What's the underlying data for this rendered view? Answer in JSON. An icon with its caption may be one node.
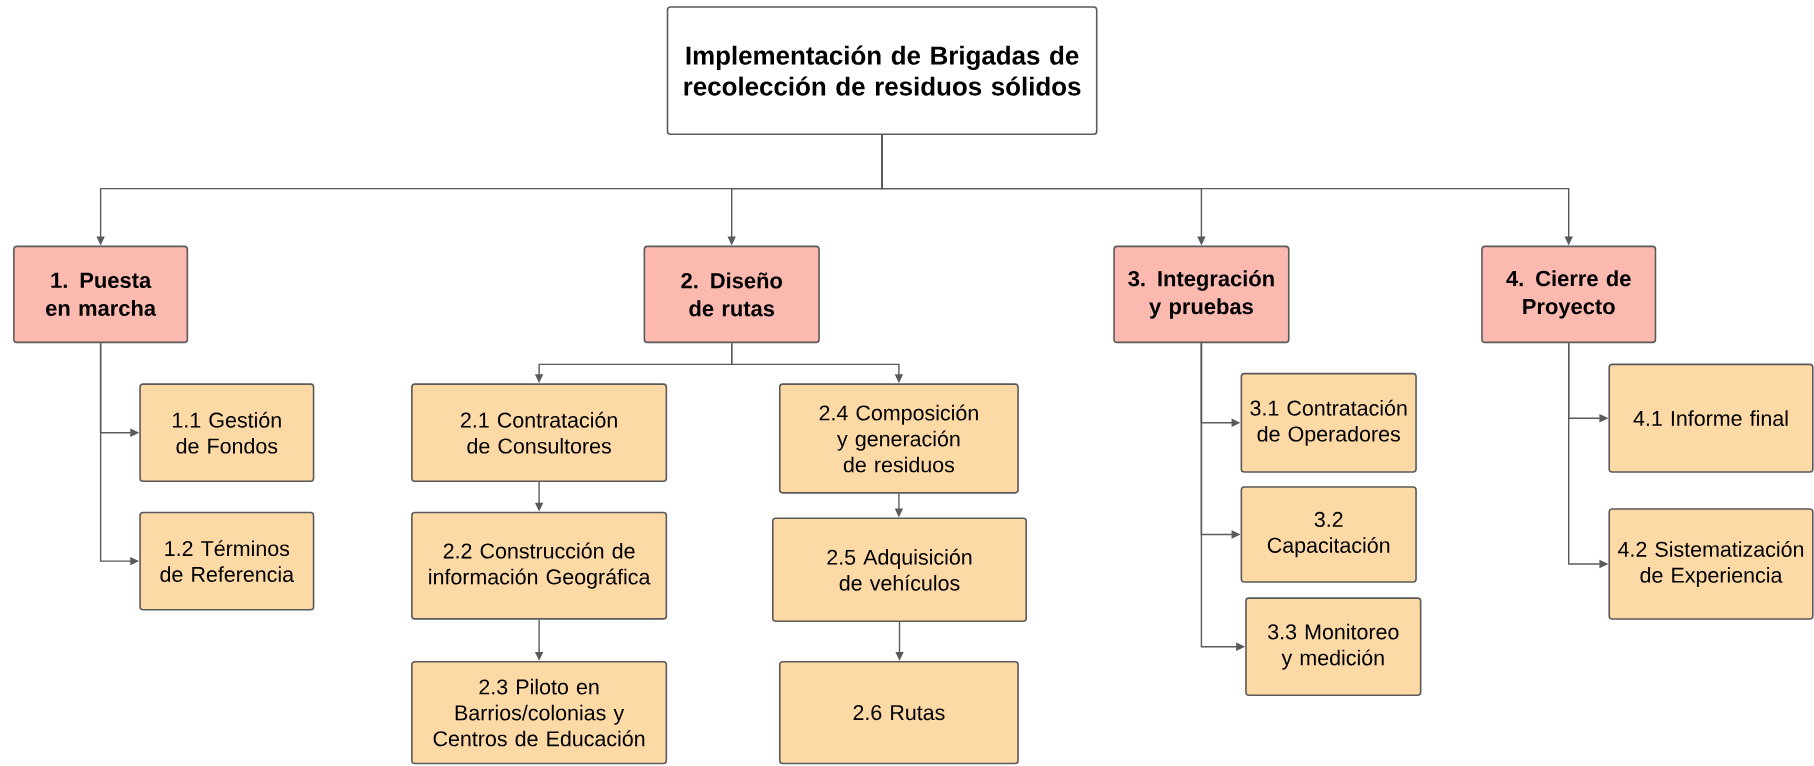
{
  "diagram": {
    "nodes": [
      {
        "text": [
          "Implementación de Brigadas de recolección de residuos sólidos"
        ]
      },
      {
        "text": [
          "1. Puesta en marcha"
        ]
      },
      {
        "text": [
          "2. Diseño de rutas"
        ]
      },
      {
        "text": [
          "3. Integración y pruebas"
        ]
      },
      {
        "text": [
          "4. Cierre de Proyecto"
        ]
      },
      {
        "text": [
          "1.1 Gestión de Fondos"
        ]
      },
      {
        "text": [
          "1.2 Términos de Referencia"
        ]
      },
      {
        "text": [
          "2.1 Contratación de Consultores"
        ]
      },
      {
        "text": [
          "2.2 Construcción de información Geográfica"
        ]
      },
      {
        "text": [
          "2.3 Piloto en Barrios/colonias y Centros de Educación"
        ]
      },
      {
        "text": [
          "2.4 Composición y generación de residuos"
        ]
      },
      {
        "text": [
          "2.5 Adquisición de vehículos"
        ]
      },
      {
        "text": [
          "2.6 Rutas"
        ]
      },
      {
        "text": [
          "3.1 Contratación de Operadores"
        ]
      },
      {
        "text": [
          "3.2 Capacitación"
        ]
      },
      {
        "text": [
          "3.3 Monitoreo y medición"
        ]
      },
      {
        "text": [
          "4.1 Informe final"
        ]
      },
      {
        "text": [
          "4.2 Sistematización de Experiencia"
        ]
      }
    ],
    "edges": [
      {
        "from": 0,
        "to": 1,
        "arrow": "to"
      },
      {
        "from": 0,
        "to": 2,
        "arrow": "to"
      },
      {
        "from": 0,
        "to": 3,
        "arrow": "to"
      },
      {
        "from": 0,
        "to": 4,
        "arrow": "to"
      },
      {
        "from": 1,
        "to": 5,
        "arrow": "to"
      },
      {
        "from": 1,
        "to": 6,
        "arrow": "to"
      },
      {
        "from": 2,
        "to": 7,
        "arrow": "to"
      },
      {
        "from": 2,
        "to": 10,
        "arrow": "to"
      },
      {
        "from": 7,
        "to": 8,
        "arrow": "to"
      },
      {
        "from": 8,
        "to": 9,
        "arrow": "to"
      },
      {
        "from": 10,
        "to": 11,
        "arrow": "to"
      },
      {
        "from": 11,
        "to": 12,
        "arrow": "to"
      },
      {
        "from": 3,
        "to": 13,
        "arrow": "to"
      },
      {
        "from": 3,
        "to": 14,
        "arrow": "to"
      },
      {
        "from": 3,
        "to": 15,
        "arrow": "to"
      },
      {
        "from": 4,
        "to": 16,
        "arrow": "to"
      },
      {
        "from": 4,
        "to": 17,
        "arrow": "to"
      }
    ]
  }
}
